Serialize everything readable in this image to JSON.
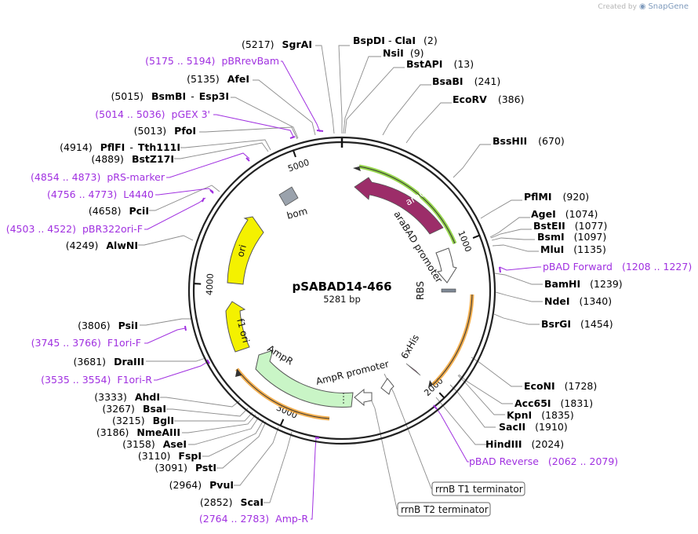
{
  "header": {
    "created_by": "Created by",
    "brand": "SnapGene"
  },
  "plasmid": {
    "name": "pSABAD14-466",
    "size_label": "5281 bp",
    "length_bp": 5281
  },
  "ring_ticks": [
    "1000",
    "2000",
    "3000",
    "4000",
    "5000"
  ],
  "features": [
    {
      "name": "araC",
      "kind": "arrow",
      "color": "#9c2d69",
      "highlight": "#8bd13a",
      "label_inside": true
    },
    {
      "name": "araBAD promoter",
      "kind": "arrow-outline"
    },
    {
      "name": "RBS",
      "kind": "box"
    },
    {
      "name": "6xHis",
      "kind": "small"
    },
    {
      "name": "AmpR promoter",
      "kind": "arrow-outline"
    },
    {
      "name": "AmpR",
      "kind": "arrow",
      "color": "#c9f5c6"
    },
    {
      "name": "f1 ori",
      "kind": "arrow",
      "color": "#f4f100"
    },
    {
      "name": "ori",
      "kind": "arrow",
      "color": "#f4f100"
    },
    {
      "name": "bom",
      "kind": "box"
    },
    {
      "name": "rrnB T1 terminator",
      "kind": "terminator"
    },
    {
      "name": "rrnB T2 terminator",
      "kind": "terminator"
    }
  ],
  "enzymes_right": [
    {
      "name": "BspDI",
      "pos": "(2)",
      "alt": "ClaI"
    },
    {
      "name": "NsiI",
      "pos": "(9)"
    },
    {
      "name": "BstAPI",
      "pos": "(13)"
    },
    {
      "name": "BsaBI",
      "pos": "(241)"
    },
    {
      "name": "EcoRV",
      "pos": "(386)"
    },
    {
      "name": "BssHII",
      "pos": "(670)"
    },
    {
      "name": "PflMI",
      "pos": "(920)"
    },
    {
      "name": "AgeI",
      "pos": "(1074)"
    },
    {
      "name": "BstEII",
      "pos": "(1077)"
    },
    {
      "name": "BsmI",
      "pos": "(1097)"
    },
    {
      "name": "MluI",
      "pos": "(1135)"
    },
    {
      "name": "BamHI",
      "pos": "(1239)"
    },
    {
      "name": "NdeI",
      "pos": "(1340)"
    },
    {
      "name": "BsrGI",
      "pos": "(1454)"
    },
    {
      "name": "EcoNI",
      "pos": "(1728)"
    },
    {
      "name": "Acc65I",
      "pos": "(1831)"
    },
    {
      "name": "KpnI",
      "pos": "(1835)"
    },
    {
      "name": "SacII",
      "pos": "(1910)"
    },
    {
      "name": "HindIII",
      "pos": "(2024)"
    }
  ],
  "enzymes_left": [
    {
      "name": "SgrAI",
      "pos": "(5217)"
    },
    {
      "name": "AfeI",
      "pos": "(5135)"
    },
    {
      "name": "BsmBI",
      "pos": "(5015)",
      "alt": "Esp3I"
    },
    {
      "name": "PfoI",
      "pos": "(5013)"
    },
    {
      "name": "PflFI",
      "pos": "(4914)",
      "alt": "Tth111I"
    },
    {
      "name": "BstZ17I",
      "pos": "(4889)"
    },
    {
      "name": "PciI",
      "pos": "(4658)"
    },
    {
      "name": "AlwNI",
      "pos": "(4249)"
    },
    {
      "name": "PsiI",
      "pos": "(3806)"
    },
    {
      "name": "DraIII",
      "pos": "(3681)"
    },
    {
      "name": "AhdI",
      "pos": "(3333)"
    },
    {
      "name": "BsaI",
      "pos": "(3267)"
    },
    {
      "name": "BglI",
      "pos": "(3215)"
    },
    {
      "name": "NmeAIII",
      "pos": "(3186)"
    },
    {
      "name": "AseI",
      "pos": "(3158)"
    },
    {
      "name": "FspI",
      "pos": "(3110)"
    },
    {
      "name": "PstI",
      "pos": "(3091)"
    },
    {
      "name": "PvuI",
      "pos": "(2964)"
    },
    {
      "name": "ScaI",
      "pos": "(2852)"
    }
  ],
  "primers": [
    {
      "name": "pBRrevBam",
      "range": "(5175 .. 5194)"
    },
    {
      "name": "pGEX 3'",
      "range": "(5014 .. 5036)"
    },
    {
      "name": "pRS-marker",
      "range": "(4854 .. 4873)"
    },
    {
      "name": "L4440",
      "range": "(4756 .. 4773)"
    },
    {
      "name": "pBR322ori-F",
      "range": "(4503 .. 4522)"
    },
    {
      "name": "pBAD Forward",
      "range": "(1208 .. 1227)"
    },
    {
      "name": "F1ori-F",
      "range": "(3745 .. 3766)"
    },
    {
      "name": "F1ori-R",
      "range": "(3535 .. 3554)"
    },
    {
      "name": "pBAD Reverse",
      "range": "(2062 .. 2079)"
    },
    {
      "name": "Amp-R",
      "range": "(2764 .. 2783)"
    }
  ],
  "colors": {
    "primer": "#a030e0",
    "backbone": "#222222",
    "orange_highlight": "#f0a030",
    "green_highlight": "#8bd13a"
  }
}
